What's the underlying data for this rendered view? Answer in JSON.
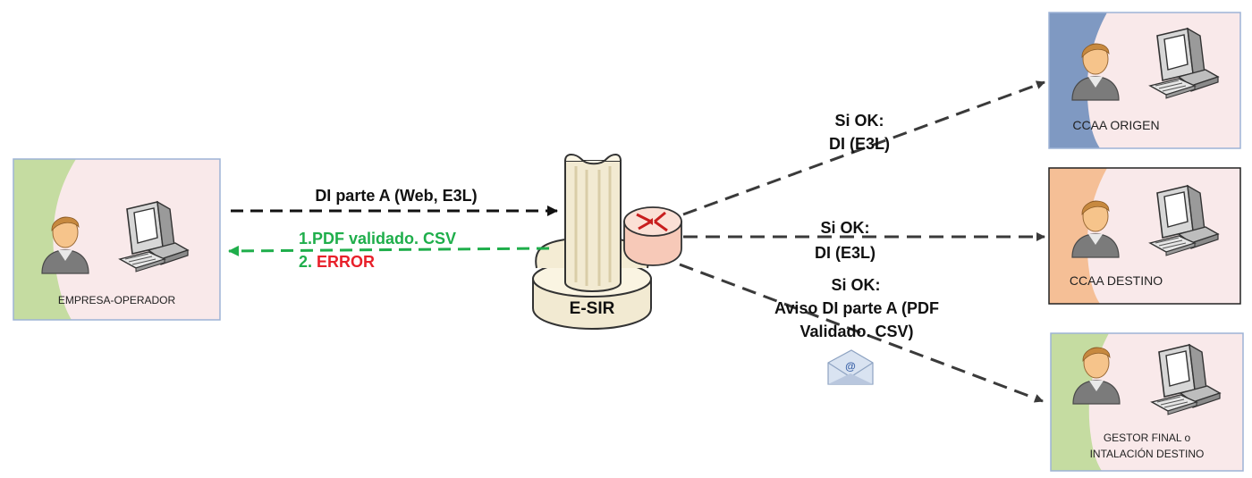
{
  "actors": {
    "empresa": {
      "label": "EMPRESA-OPERADOR"
    },
    "origen": {
      "label": "CCAA ORIGEN"
    },
    "destino": {
      "label": "CCAA DESTINO"
    },
    "gestor": {
      "label_line1": "GESTOR FINAL o",
      "label_line2": "INTALACIÓN DESTINO"
    }
  },
  "server": {
    "label": "E-SIR"
  },
  "flows": {
    "request": {
      "label": "DI parte A (Web, E3L)"
    },
    "response": {
      "line1": "1.PDF validado. CSV",
      "line2_prefix": "2.",
      "line2_error": "ERROR"
    },
    "to_origen": {
      "line1": "Si OK:",
      "line2": "DI (E3L)"
    },
    "to_destino": {
      "line1": "Si OK:",
      "line2": "DI (E3L)"
    },
    "to_gestor": {
      "line1": "Si OK:",
      "line2": "Aviso DI parte A (PDF",
      "line3": "Validado. CSV)"
    }
  },
  "colors": {
    "accent_green": "#1fae4b",
    "error_red": "#e8202a",
    "arrow_dark": "#3a3a3a",
    "panel_blue": "#7f99c2",
    "panel_orange": "#f5bf96",
    "panel_green": "#c5dca1",
    "panel_pink": "#f9e9ea"
  },
  "icons": [
    "person-icon",
    "computer-icon",
    "router-icon",
    "server-tower-icon",
    "email-icon"
  ]
}
